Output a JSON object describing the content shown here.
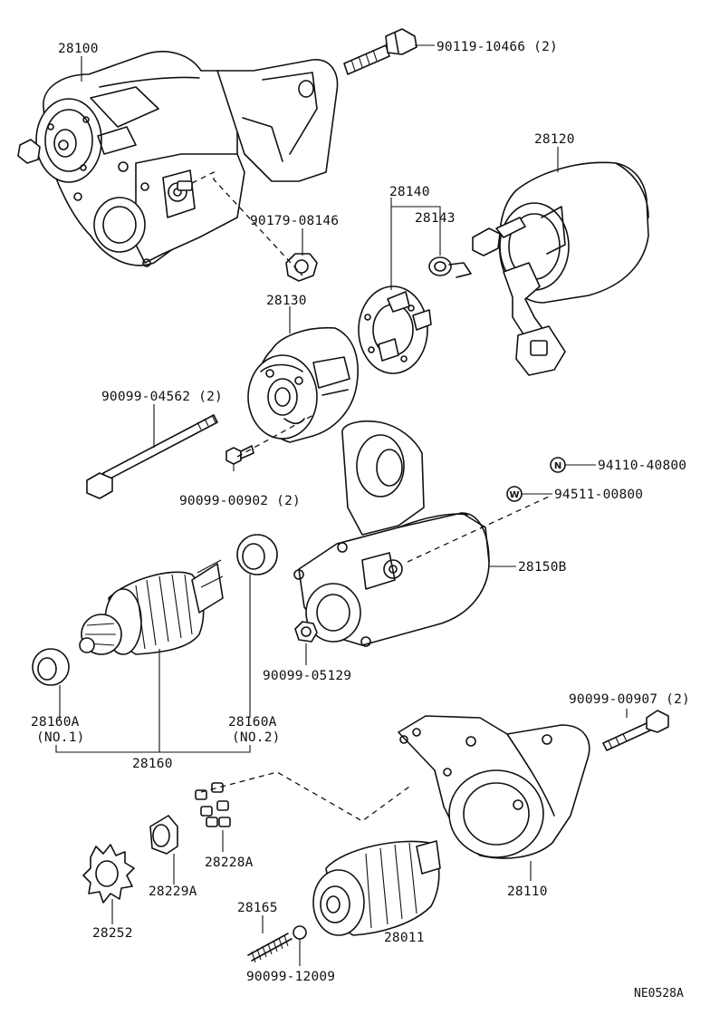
{
  "labels": {
    "p28100": "28100",
    "p90119": "90119-10466 (2)",
    "p28120": "28120",
    "p28140": "28140",
    "p28143": "28143",
    "p90179": "90179-08146",
    "p28130": "28130",
    "p90099_04562": "90099-04562 (2)",
    "p90099_00902": "90099-00902 (2)",
    "p94110": "94110-40800",
    "p94511": "94511-00800",
    "p28150B": "28150B",
    "p90099_05129": "90099-05129",
    "p28160A_1": "28160A",
    "p28160A_1b": "(NO.1)",
    "p28160A_2": "28160A",
    "p28160A_2b": "(NO.2)",
    "p28160": "28160",
    "p90099_00907": "90099-00907 (2)",
    "p28228A": "28228A",
    "p28229A": "28229A",
    "p28252": "28252",
    "p28110": "28110",
    "p28165": "28165",
    "p28011": "28011",
    "p90099_12009": "90099-12009",
    "code": "NE0528A"
  },
  "markers": {
    "nut": "N",
    "washer": "W"
  }
}
